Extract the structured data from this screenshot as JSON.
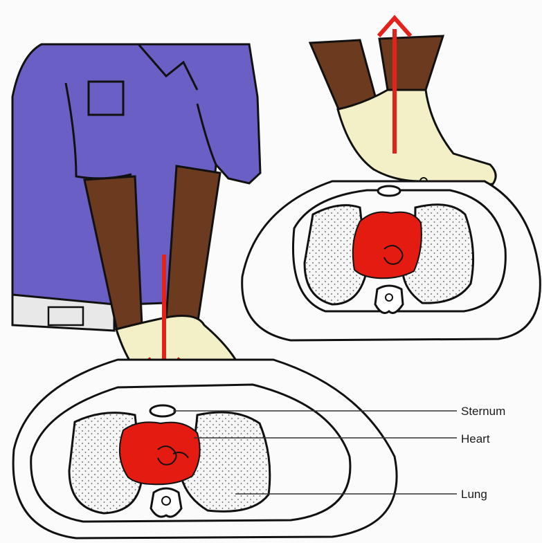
{
  "labels": {
    "sternum": "Sternum",
    "heart": "Heart",
    "lung": "Lung"
  },
  "colors": {
    "shirt": "#6a5fc4",
    "skin": "#6b3a1f",
    "glove": "#f3efc6",
    "heart": "#e31b10",
    "arrow": "#e3231b",
    "outline": "#111111",
    "lung_fill": "#f4f4f4"
  },
  "icons": {
    "down_arrow": "compression-down-arrow-icon",
    "up_arrow": "release-up-arrow-icon"
  }
}
